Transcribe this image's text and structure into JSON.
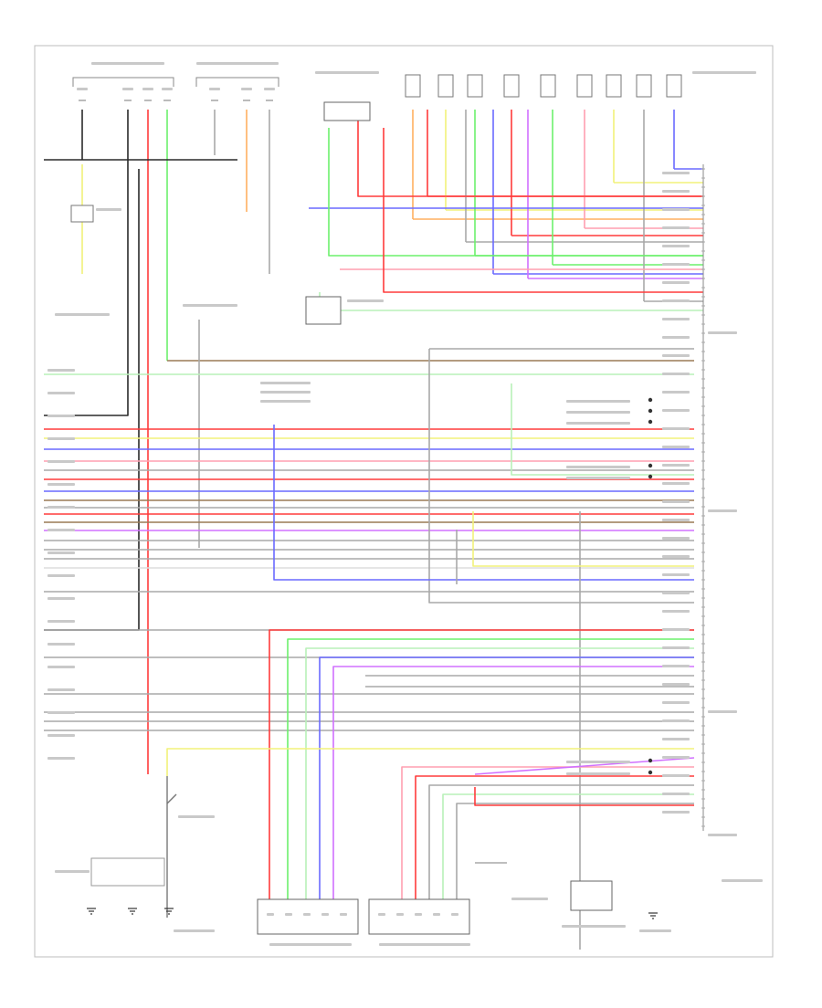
{
  "diagram": {
    "footer_code": "",
    "wire_colors": {
      "black": "#2a2a2a",
      "red": "#ff3b3b",
      "pink": "#ff9fb0",
      "yellow": "#f2f27a",
      "green": "#6cf06c",
      "blue": "#6a6aff",
      "violet": "#d070ff",
      "gray": "#a8a8a8",
      "brown": "#9a7a55",
      "orange": "#ffb060",
      "white": "#dedede",
      "lt_green": "#b8f0b8"
    },
    "components": [
      "upper-left-connectors",
      "upper-mid-connectors",
      "sensor-body-top",
      "top-right-connector-row",
      "center-module-box",
      "ecm-right-terminal-strip",
      "bottom-left-switch",
      "bottom-left-ground-group",
      "bottom-connector-a",
      "bottom-connector-b",
      "bottom-right-sensor",
      "bottom-right-ground"
    ]
  }
}
